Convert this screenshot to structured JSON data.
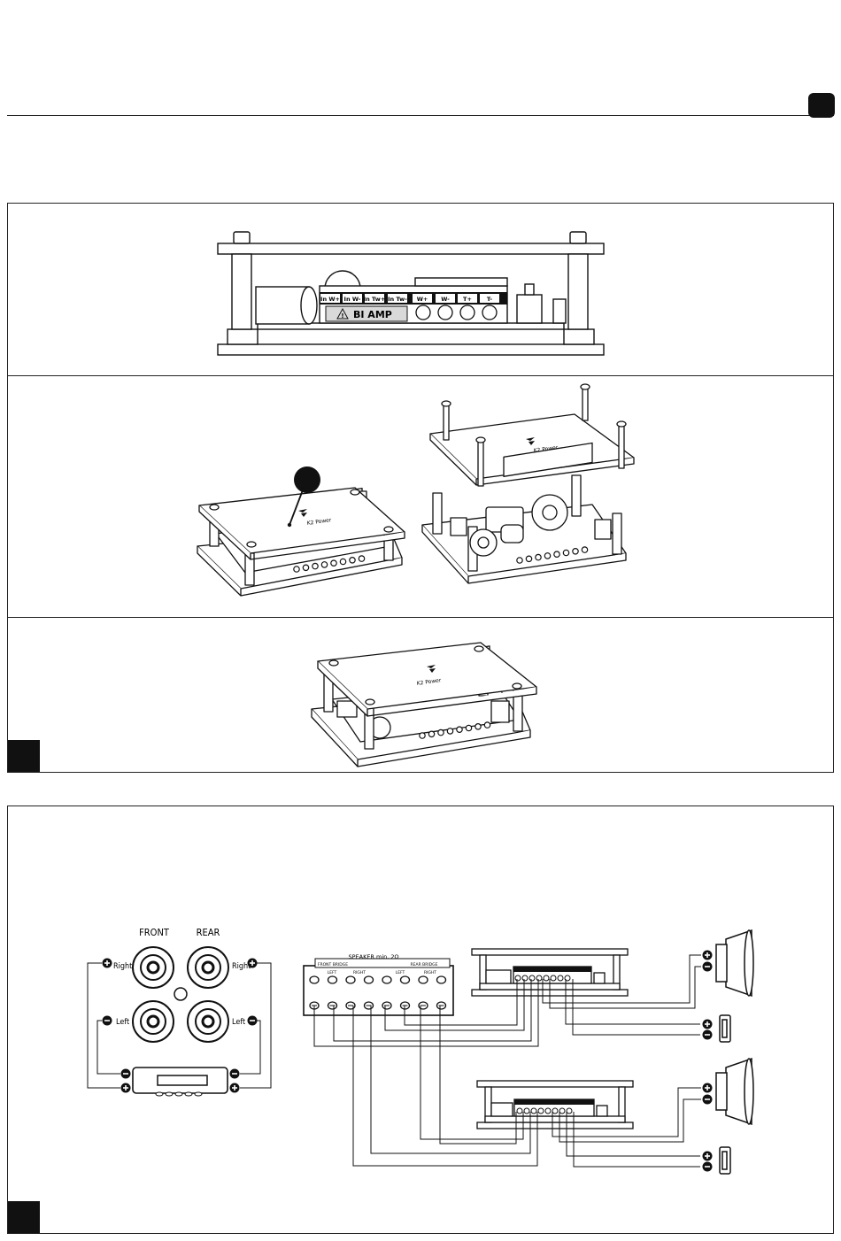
{
  "header": {
    "page_tab": ""
  },
  "step1": {
    "terminals": [
      "In W+",
      "In W-",
      "In Tw+",
      "In Tw-",
      "W+",
      "W-",
      "T+",
      "T-"
    ],
    "bi_amp_label": "BI AMP"
  },
  "step2": {
    "brand_label": "K2 Power"
  },
  "step3": {
    "brand_label": "K2 Power"
  },
  "wiring": {
    "front_label": "FRONT",
    "rear_label": "REAR",
    "right_label": "Right",
    "left_label": "Left",
    "speaker_block_label": "SPEAKER min. 2Ω",
    "front_bridge_label": "FRONT BRIDGE",
    "rear_bridge_label": "REAR BRIDGE",
    "ch_left": "LEFT",
    "ch_right": "RIGHT"
  }
}
